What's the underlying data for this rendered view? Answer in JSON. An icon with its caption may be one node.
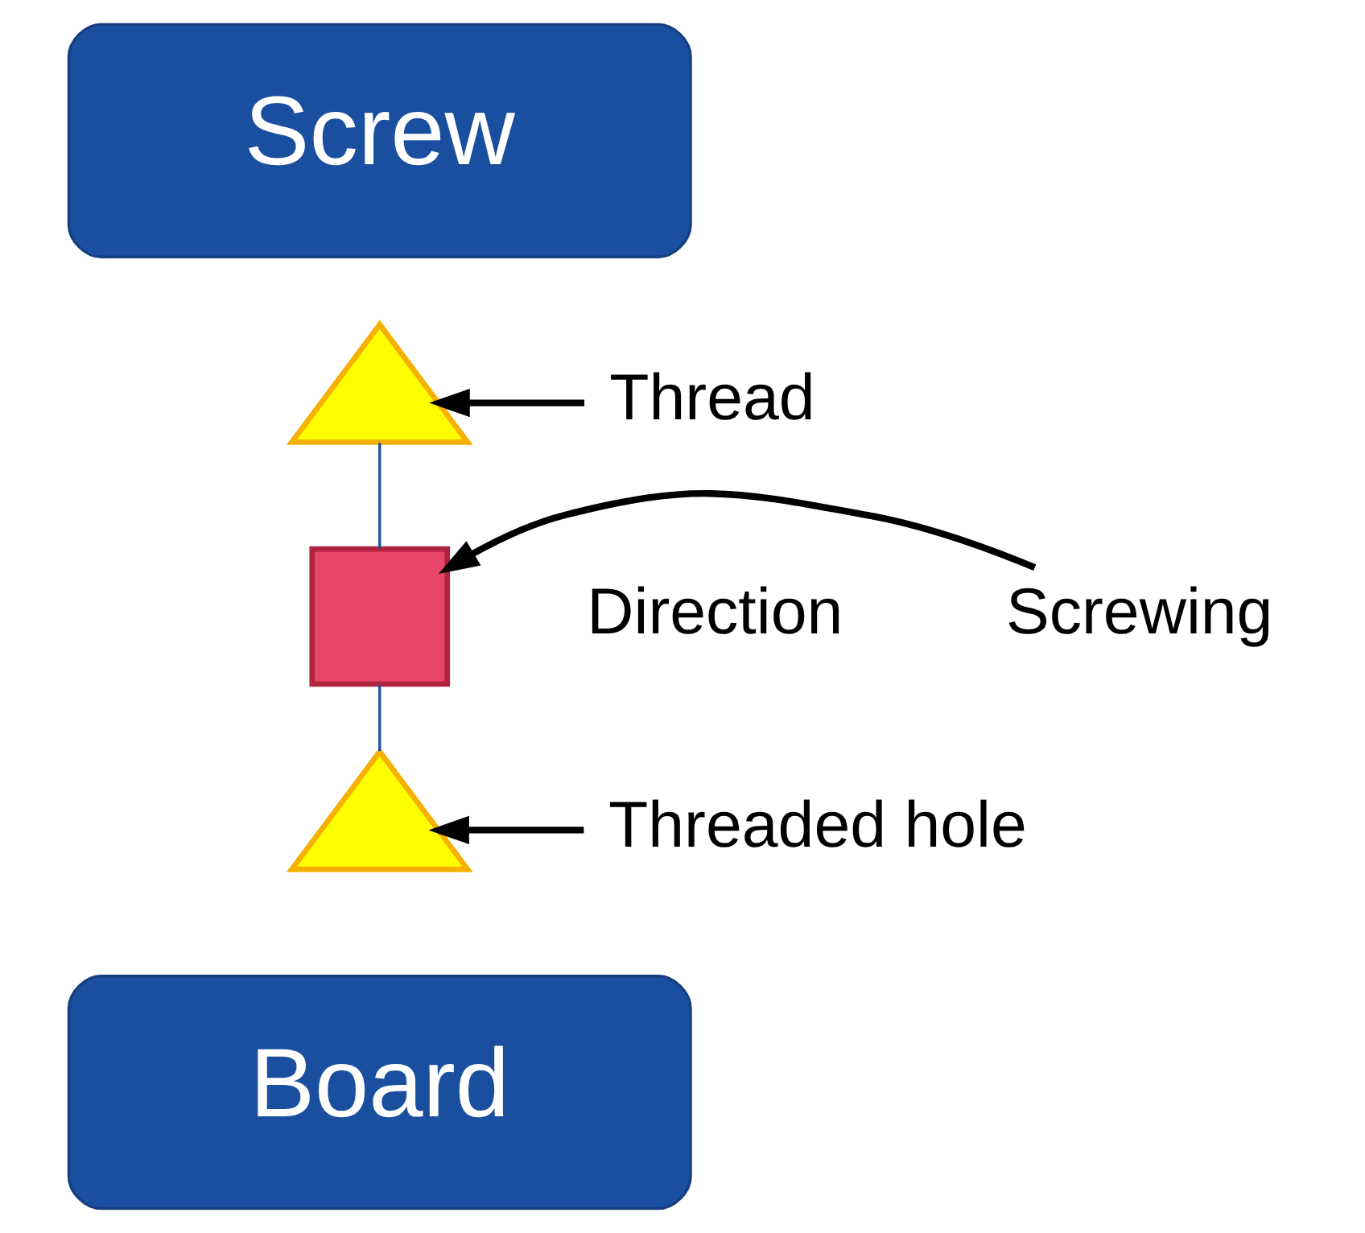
{
  "diagram": {
    "nodes": [
      {
        "text": [
          "Screw"
        ]
      },
      {
        "text": [],
        "shape": "triangle"
      },
      {
        "text": [],
        "shape": "box"
      },
      {
        "text": [],
        "shape": "triangle"
      },
      {
        "text": [
          "Board"
        ]
      },
      {
        "text": [
          "Thread"
        ]
      },
      {
        "text": [
          "Screwing"
        ]
      },
      {
        "text": [
          "Threaded hole"
        ]
      }
    ],
    "edges": [
      {
        "from": 5,
        "to": 1,
        "arrow": "to"
      },
      {
        "from": 6,
        "to": 2,
        "arrow": "to"
      },
      {
        "from": 7,
        "to": 3,
        "arrow": "to"
      },
      {
        "from": 1,
        "to": 2,
        "arrow": "none",
        "color": "#1f4e9e"
      },
      {
        "from": 2,
        "to": 3,
        "arrow": "none",
        "color": "#1f4e9e"
      }
    ],
    "labels": [
      "Direction"
    ]
  }
}
